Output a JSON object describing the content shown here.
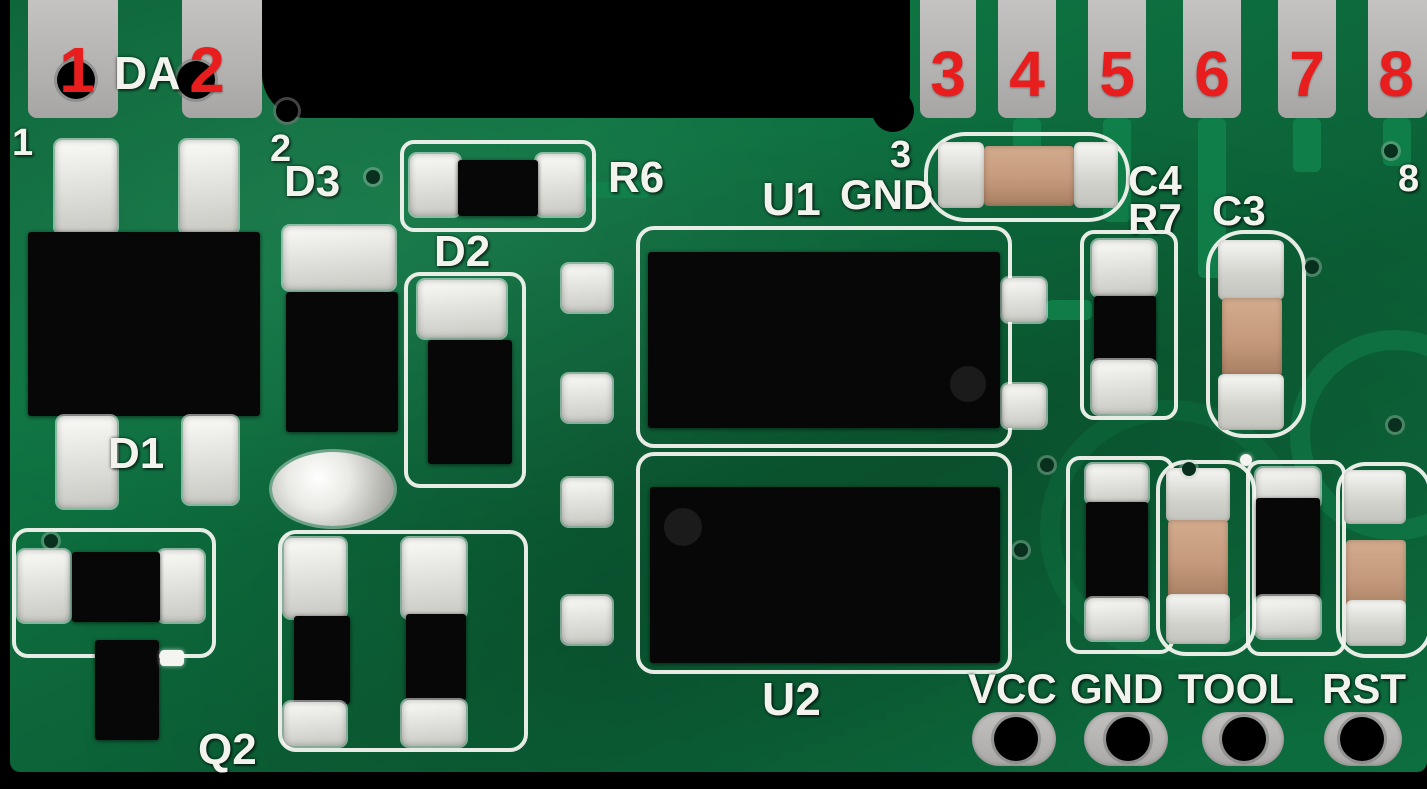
{
  "red_pins": [
    "1",
    "2",
    "3",
    "4",
    "5",
    "6",
    "7",
    "8"
  ],
  "silk": {
    "da": "DA",
    "n1": "1",
    "n2": "2",
    "n3": "3",
    "n8": "8",
    "d1": "D1",
    "d2": "D2",
    "d3": "D3",
    "q2": "Q2",
    "r6": "R6",
    "r7": "R7",
    "c3": "C3",
    "c4": "C4",
    "u1": "U1",
    "u2": "U2",
    "u1_gnd": "GND"
  },
  "bottom_pads": [
    {
      "label": "VCC"
    },
    {
      "label": "GND"
    },
    {
      "label": "TOOL"
    },
    {
      "label": "RST"
    }
  ],
  "colors": {
    "pcb_green": "#0d6e3f",
    "pcb_green_light": "#12824c",
    "pad_gray": "#b6b5b3",
    "annotation_red": "#e81d1d",
    "silk_white": "#f3f3ee",
    "component_black": "#070707",
    "cap_tan": "#c59a7c",
    "solder_silver": "#e9e9e5"
  }
}
